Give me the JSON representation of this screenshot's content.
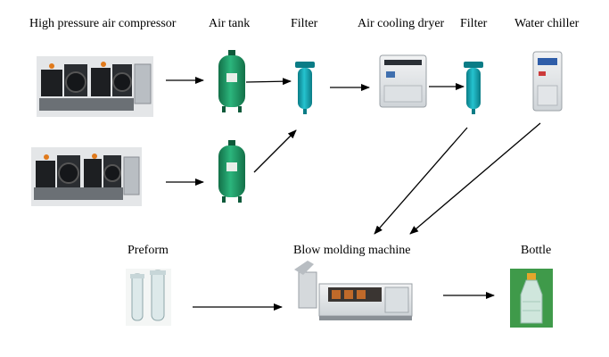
{
  "labels": {
    "compressor": "High pressure air compressor",
    "air_tank": "Air tank",
    "filter_1": "Filter",
    "dryer": "Air cooling dryer",
    "filter_2": "Filter",
    "chiller": "Water chiller",
    "preform": "Preform",
    "blow_molding": "Blow molding machine",
    "bottle": "Bottle"
  },
  "colors": {
    "tank_green": "#1f9a68",
    "tank_dark": "#137048",
    "filter_teal": "#10a4b0",
    "filter_dark": "#0a7c86",
    "machine_gray": "#c9ced2",
    "arrow": "#000000"
  }
}
